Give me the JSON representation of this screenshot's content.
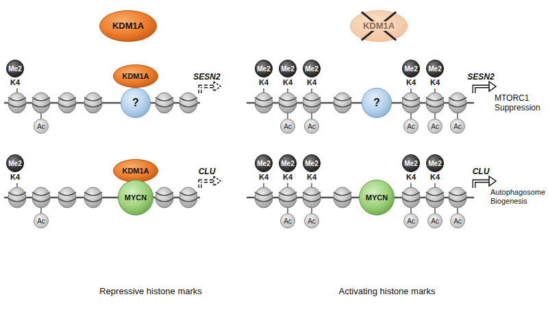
{
  "diagram": {
    "nodes": [
      {
        "text": [
          "KDM1A"
        ]
      },
      {
        "text": [
          "KDM1A"
        ]
      },
      {
        "text": [
          "Me2",
          "K4"
        ]
      },
      {
        "text": [
          "KDM1A"
        ]
      },
      {
        "text": [
          "?"
        ]
      },
      {
        "text": [
          "Ac"
        ]
      },
      {
        "text": [
          "Me2",
          "K4"
        ]
      },
      {
        "text": [
          "Me2",
          "K4"
        ]
      },
      {
        "text": [
          "Me2",
          "K4"
        ]
      },
      {
        "text": [
          "?"
        ]
      },
      {
        "text": [
          "Me2",
          "K4"
        ]
      },
      {
        "text": [
          "Me2",
          "K4"
        ]
      },
      {
        "text": [
          "Ac"
        ]
      },
      {
        "text": [
          "Ac"
        ]
      },
      {
        "text": [
          "Ac"
        ]
      },
      {
        "text": [
          "Ac"
        ]
      },
      {
        "text": [
          "Ac"
        ]
      },
      {
        "text": [
          "Me2",
          "K4"
        ]
      },
      {
        "text": [
          "KDM1A"
        ]
      },
      {
        "text": [
          "MYCN"
        ]
      },
      {
        "text": [
          "Ac"
        ]
      },
      {
        "text": [
          "Me2",
          "K4"
        ]
      },
      {
        "text": [
          "Me2",
          "K4"
        ]
      },
      {
        "text": [
          "Me2",
          "K4"
        ]
      },
      {
        "text": [
          "MYCN"
        ]
      },
      {
        "text": [
          "Me2",
          "K4"
        ]
      },
      {
        "text": [
          "Me2",
          "K4"
        ]
      },
      {
        "text": [
          "Ac"
        ]
      },
      {
        "text": [
          "Ac"
        ]
      },
      {
        "text": [
          "Ac"
        ]
      },
      {
        "text": [
          "Ac"
        ]
      },
      {
        "text": [
          "Ac"
        ]
      }
    ],
    "labels": [
      "SESN2",
      "SESN2",
      "MTORC1 Suppression",
      "CLU",
      "CLU",
      "Autophagosome Biogenesis",
      "Repressive histone marks",
      "Activating histone marks"
    ]
  }
}
